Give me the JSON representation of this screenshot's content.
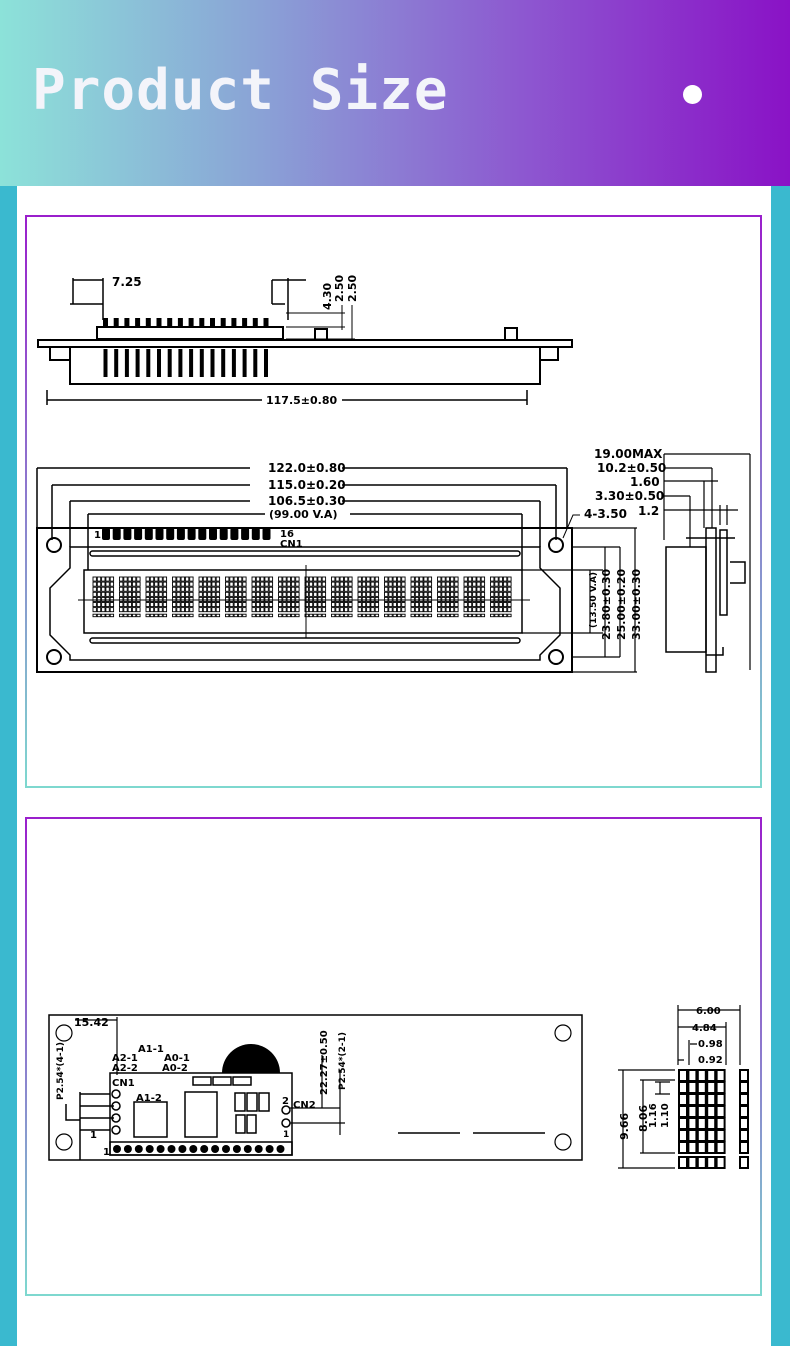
{
  "header": {
    "title": "Product Size"
  },
  "top_view": {
    "dim_pin_offset": "7.25",
    "dim_a": "4.30",
    "dim_b": "2.50",
    "dim_c": "2.50",
    "dim_width": "117.5±0.80"
  },
  "front_view": {
    "dim_outer": "122.0±0.80",
    "dim_holes": "115.0±0.20",
    "dim_bezel": "106.5±0.30",
    "dim_va": "(99.00 V.A)",
    "hole_label": "4-3.50",
    "pin1": "1",
    "pin16": "16",
    "connector": "CN1",
    "dim_va_h": "(13.50 V.A)",
    "dim_h1": "23.80±0.30",
    "dim_h2": "25.00±0.20",
    "dim_h3": "33.00±0.30",
    "char_count": 16
  },
  "side_view": {
    "max": "19.00MAX",
    "d1": "10.2±0.50",
    "d2": "1.60",
    "d3": "3.30±0.50",
    "d4": "1.2"
  },
  "back_view": {
    "dim_left": "15.42",
    "pitch_cn1": "P2.54*(4-1)",
    "a2_1": "A2-1",
    "a2_2": "A2-2",
    "a1_1": "A1-1",
    "a1_2": "A1-2",
    "a0_1": "A0-1",
    "a0_2": "A0-2",
    "cn1": "CN1",
    "cn2": "CN2",
    "pin1_cn1": "1",
    "pin2_cn2": "2",
    "pin1_cn2": "1",
    "pin1_row": "1",
    "dim_cn2": "22.27±0.50",
    "pitch_cn2": "P2.54*(2-1)"
  },
  "char_cell": {
    "w_total": "6.00",
    "w_dots": "4.84",
    "pitch_x": "0.98",
    "dot_w": "0.92",
    "h_total": "9.66",
    "h_dots": "8.06",
    "pitch_y": "1.16",
    "dot_h": "1.10"
  }
}
